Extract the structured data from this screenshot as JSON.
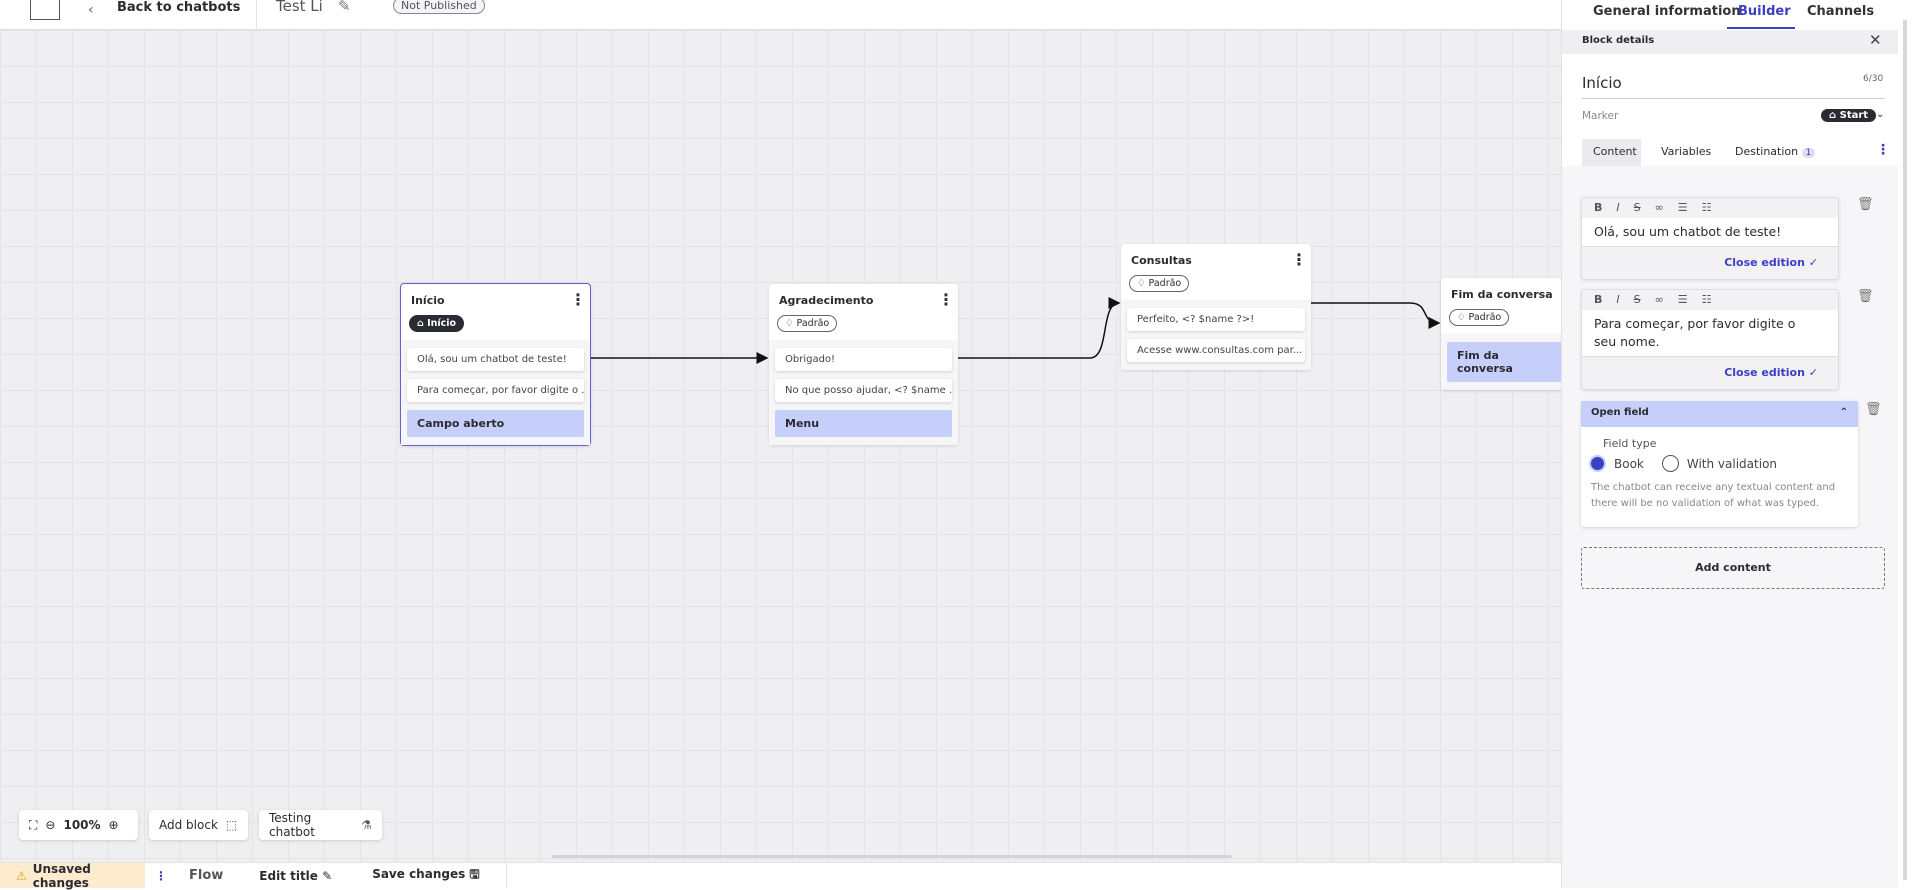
{
  "header": {
    "back_label": "Back to chatbots",
    "title": "Test Li",
    "status": "Not Published"
  },
  "tabs": [
    {
      "label": "General information",
      "active": false
    },
    {
      "label": "Builder",
      "active": true
    },
    {
      "label": "Channels",
      "active": false
    }
  ],
  "panel": {
    "title": "Block details",
    "block_name": "Início",
    "char_count": "6/30",
    "marker_label": "Marker",
    "marker_value": "Start",
    "subtabs": [
      {
        "label": "Content"
      },
      {
        "label": "Variables"
      },
      {
        "label": "Destination",
        "badge": "1"
      }
    ],
    "editors": [
      {
        "text": "Olá, sou um chatbot de teste!",
        "close": "Close edition"
      },
      {
        "text": "Para começar, por favor digite o seu nome.",
        "close": "Close edition"
      }
    ],
    "open_field": {
      "title": "Open field",
      "field_type_label": "Field type",
      "options": [
        "Book",
        "With validation"
      ],
      "selected": "Book",
      "help": "The chatbot can receive any textual content and there will be no validation of what was typed."
    },
    "add_content": "Add content"
  },
  "nodes": [
    {
      "title": "Início",
      "tag": "Início",
      "messages": [
        "Olá, sou um chatbot de teste!",
        "Para começar, por favor digite o ..."
      ],
      "option": "Campo aberto"
    },
    {
      "title": "Agradecimento",
      "tag": "Padrão",
      "messages": [
        "Obrigado!",
        "No que posso ajudar, <? $name ..."
      ],
      "option": "Menu"
    },
    {
      "title": "Consultas",
      "tag": "Padrão",
      "messages": [
        "Perfeito, <? $name ?>!",
        "Acesse www.consultas.com par..."
      ]
    },
    {
      "title": "Fim da conversa",
      "tag": "Padrão",
      "option": "Fim da conversa"
    }
  ],
  "toolbar": {
    "zoom": "100%",
    "add_block": "Add block",
    "testing": "Testing chatbot"
  },
  "bottom": {
    "unsaved": "Unsaved changes",
    "flow": "Flow",
    "edit_title": "Edit title",
    "save": "Save changes"
  },
  "colors": {
    "accent": "#3a3fc4",
    "option_bg": "#c5cffa",
    "warning_bg": "#fdebd0"
  }
}
